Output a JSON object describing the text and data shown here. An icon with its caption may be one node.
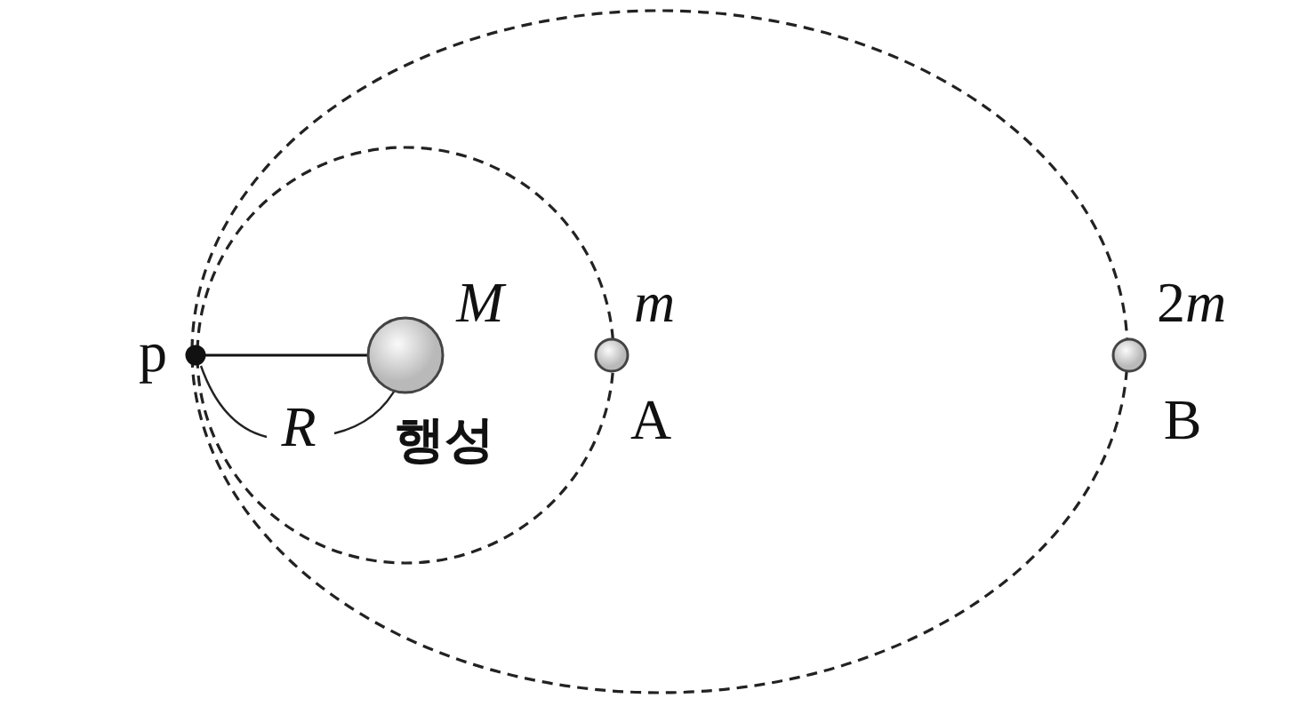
{
  "diagram": {
    "nodes": [
      {
        "text": [],
        "shape": "circle",
        "beside": [
          "M",
          "행성"
        ]
      },
      {
        "text": [],
        "shape": "circle",
        "beside": [
          "m",
          "A"
        ]
      },
      {
        "text": [],
        "shape": "circle",
        "beside": [
          "2m",
          "B"
        ]
      },
      {
        "text": [],
        "shape": "circle",
        "beside": [
          "p"
        ]
      }
    ],
    "edges": [
      {
        "from": 3,
        "to": 0,
        "arrow": "none"
      }
    ],
    "labels": [
      "R"
    ]
  }
}
